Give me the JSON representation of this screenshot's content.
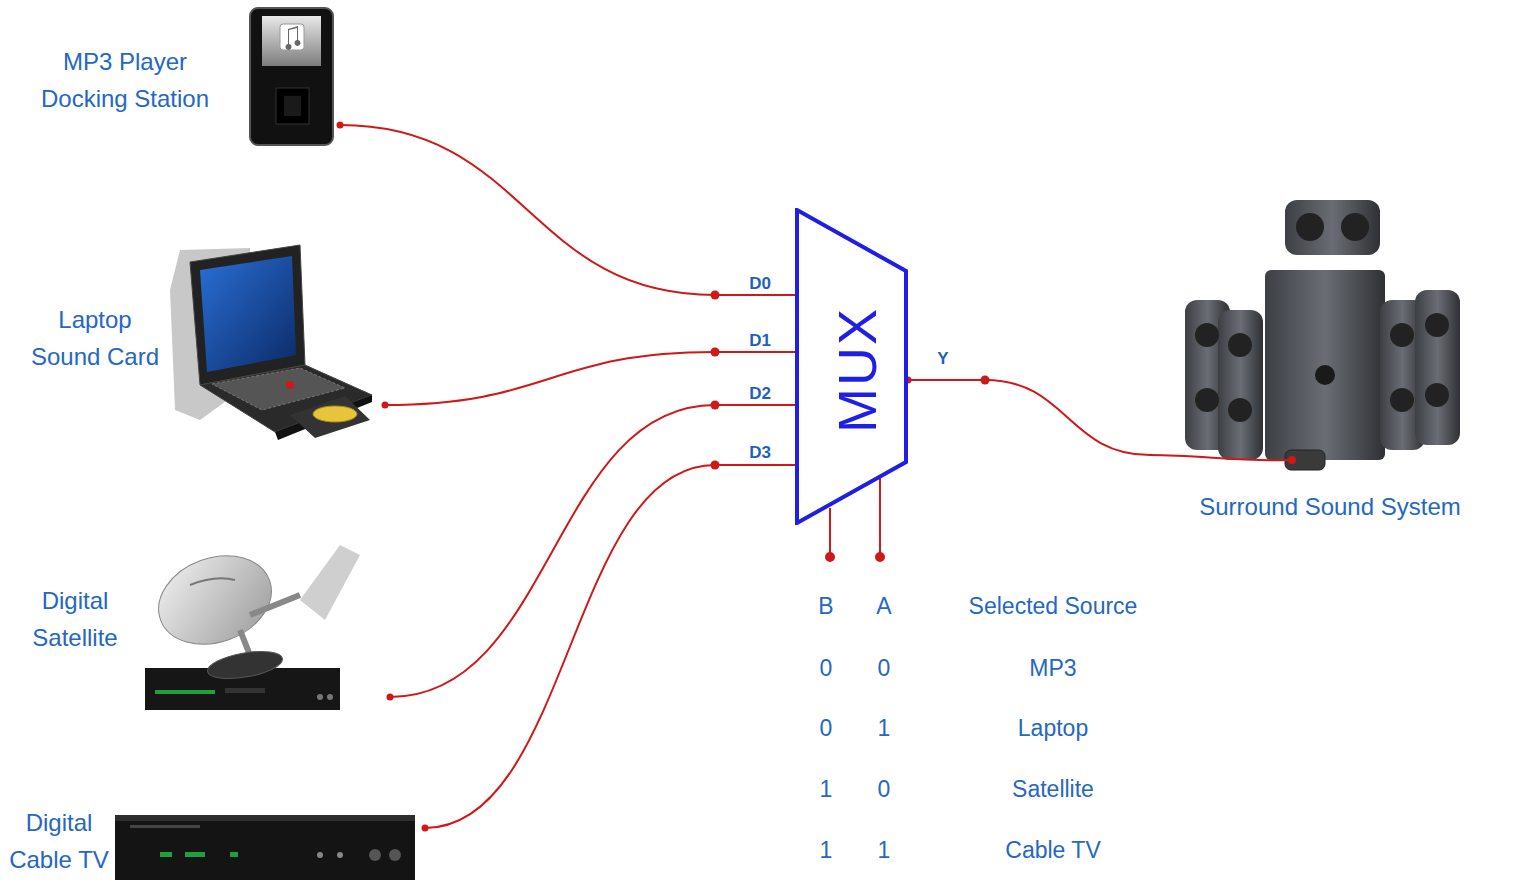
{
  "diagram": {
    "nodes": [
      {
        "text": [
          "MP3 Player Docking Station"
        ]
      },
      {
        "text": [
          "Laptop Sound Card"
        ]
      },
      {
        "text": [
          "Digital Satellite"
        ]
      },
      {
        "text": [
          "Digital Cable TV"
        ]
      },
      {
        "text": [
          "MUX"
        ]
      },
      {
        "text": [
          "Surround Sound System"
        ]
      }
    ],
    "edges": [
      {
        "from": 0,
        "to": 4,
        "arrow": "none"
      },
      {
        "from": 1,
        "to": 4,
        "arrow": "none"
      },
      {
        "from": 2,
        "to": 4,
        "arrow": "none"
      },
      {
        "from": 3,
        "to": 4,
        "arrow": "none"
      },
      {
        "from": 4,
        "to": 5,
        "arrow": "none"
      }
    ],
    "labels": [
      "D0",
      "D1",
      "D2",
      "D3",
      "Y",
      "B",
      "A",
      "Selected Source",
      "0",
      "0",
      "MP3",
      "0",
      "1",
      "Laptop",
      "1",
      "0",
      "Satellite",
      "1",
      "1",
      "Cable TV"
    ]
  }
}
